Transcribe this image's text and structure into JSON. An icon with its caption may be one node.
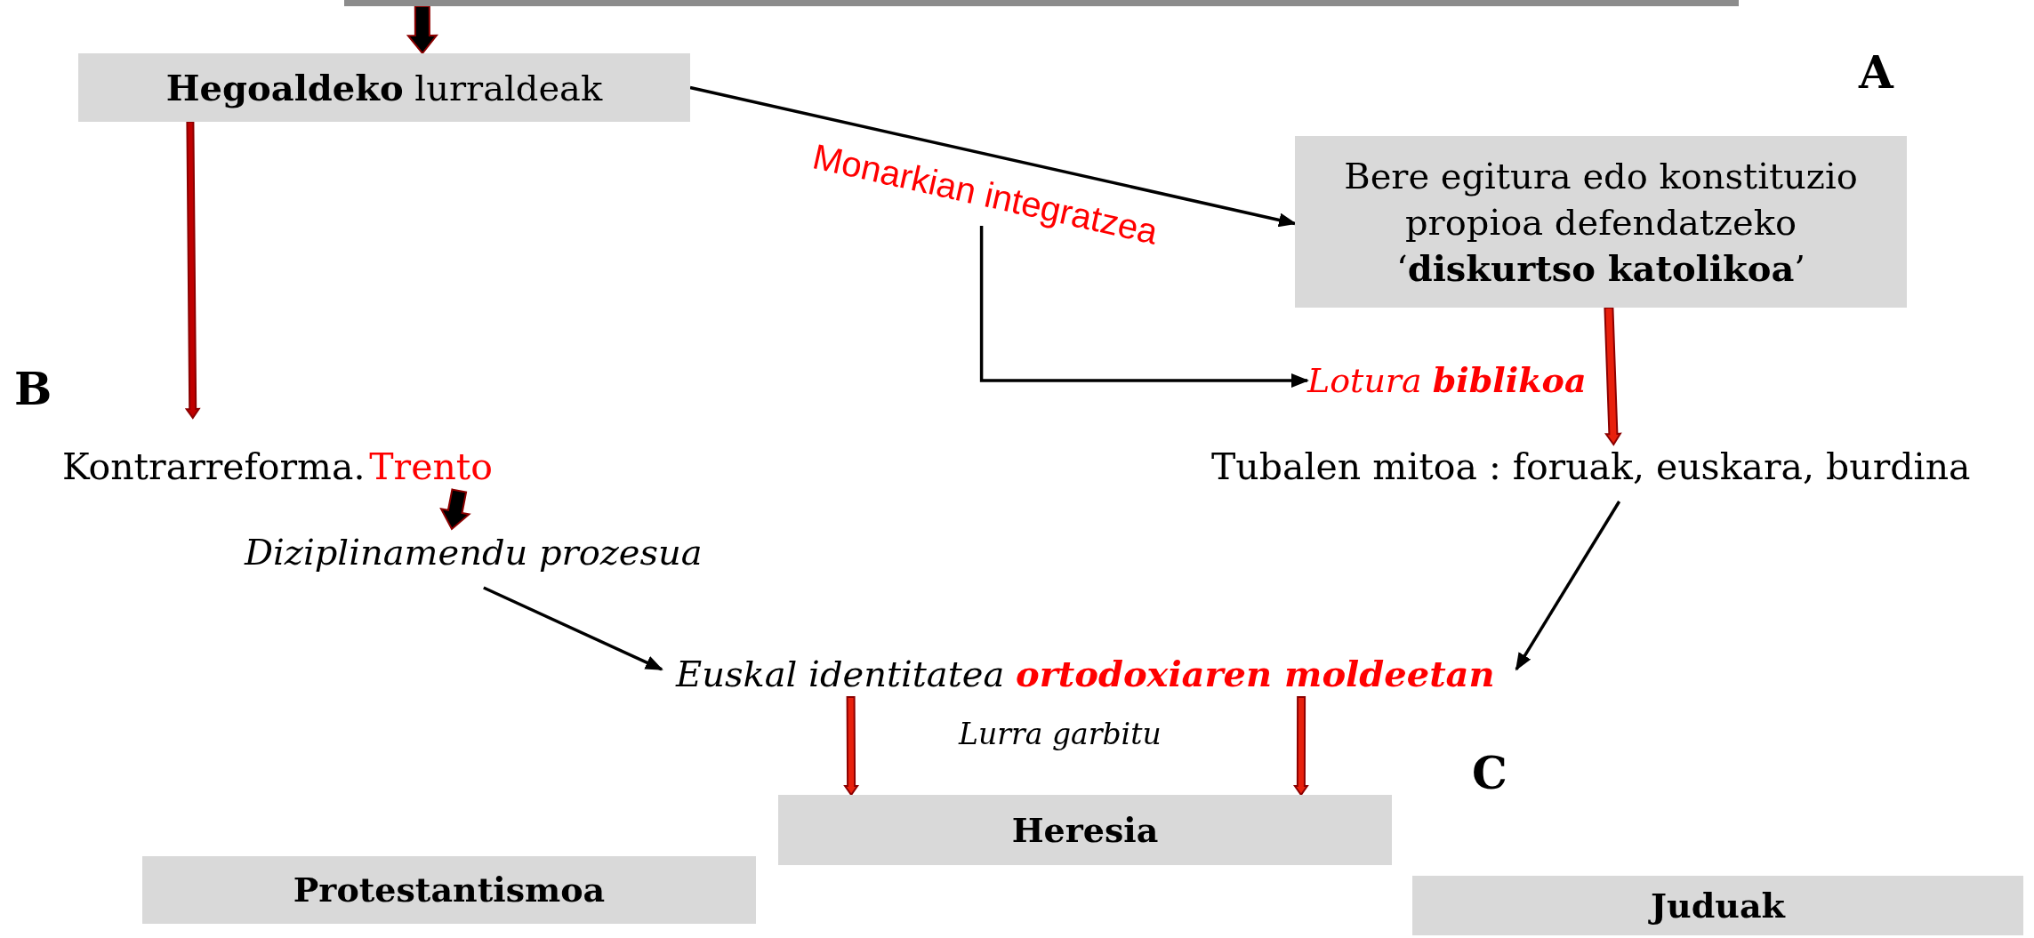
{
  "diagram": {
    "nodes": [
      {
        "text": [],
        "shape": "bar"
      },
      {
        "text": [
          "**Hegoaldeko** lurraldeak"
        ]
      },
      {
        "text": [
          "Monarkian integratzea"
        ]
      },
      {
        "text": [
          "Bere egitura edo konstituzio propioa defendatzeko ‘**diskurtso katolikoa**’"
        ]
      },
      {
        "text": [
          "Lotura **biblikoa**"
        ]
      },
      {
        "text": [
          "Kontrarreforma.",
          "Trento"
        ]
      },
      {
        "text": [
          "Tubalen mitoa : foruak, euskara, burdina"
        ]
      },
      {
        "text": [
          "Diziplinamendu prozesua"
        ]
      },
      {
        "text": [
          "Euskal identitatea **ortodoxiaren moldeetan**"
        ]
      },
      {
        "text": [
          "Heresia"
        ]
      },
      {
        "text": [
          "Protestantismoa"
        ]
      },
      {
        "text": [
          "Juduak"
        ]
      }
    ],
    "edges": [
      {
        "from": 0,
        "to": 1,
        "arrow": "to",
        "style": "thick"
      },
      {
        "from": 1,
        "to": 5,
        "arrow": "to",
        "style": "thick",
        "color": "#c00000"
      },
      {
        "from": 1,
        "to": 3,
        "arrow": "to"
      },
      {
        "from": 2,
        "to": 4,
        "arrow": "to"
      },
      {
        "from": 3,
        "to": 6,
        "arrow": "to",
        "style": "thick",
        "color": "#e8200c"
      },
      {
        "from": 5,
        "to": 7,
        "arrow": "to",
        "style": "thick"
      },
      {
        "from": 7,
        "to": 8,
        "arrow": "to"
      },
      {
        "from": 6,
        "to": 8,
        "arrow": "to"
      },
      {
        "from": 8,
        "to": 9,
        "arrow": "to",
        "style": "thick",
        "color": "#e8200c"
      },
      {
        "from": 8,
        "to": 9,
        "arrow": "to",
        "style": "thick",
        "color": "#e8200c"
      }
    ],
    "labels": [
      "A",
      "B",
      "Lurra garbitu",
      "C"
    ]
  }
}
